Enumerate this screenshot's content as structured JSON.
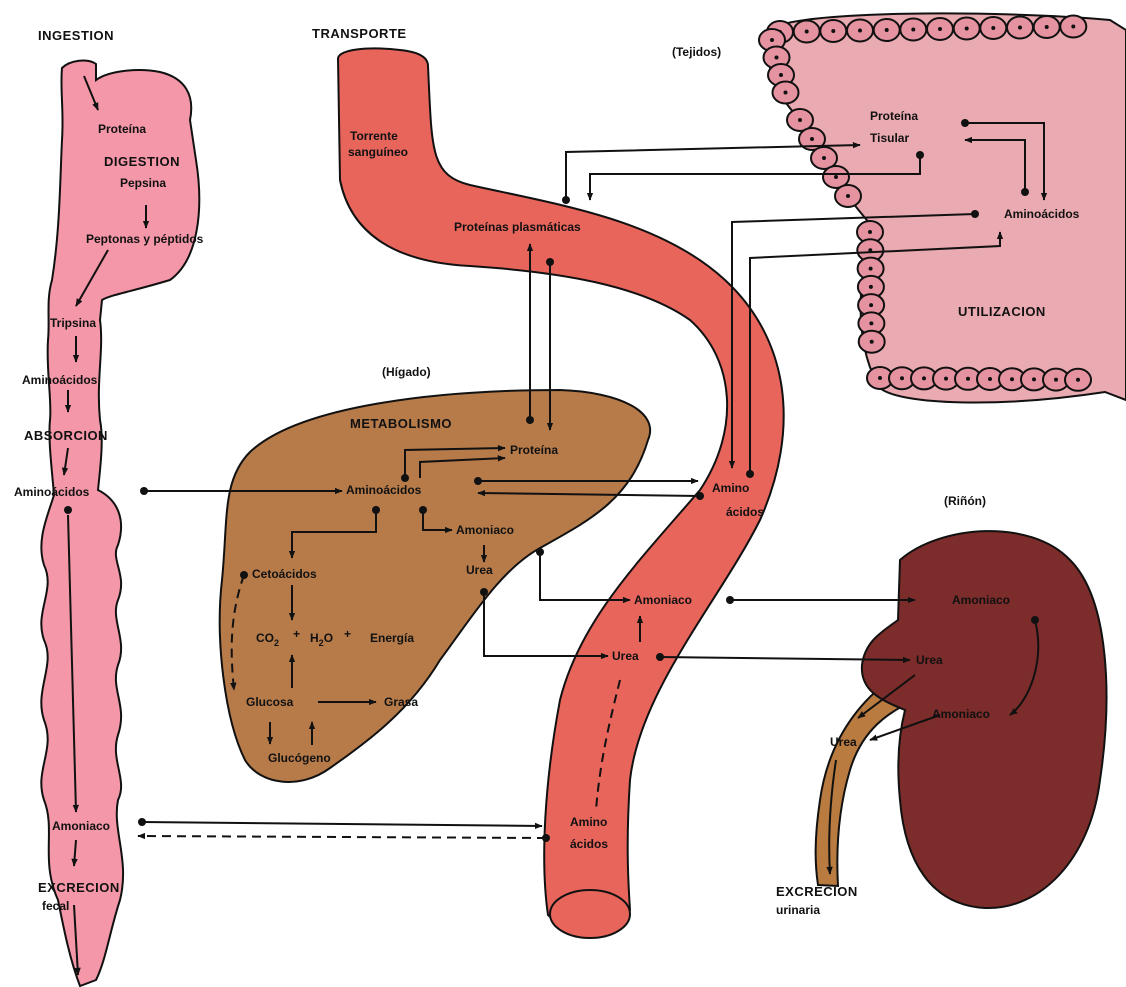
{
  "colors": {
    "gut": "#f497a8",
    "vessel": "#e8655c",
    "liver": "#b77b4a",
    "tissue": "#eaaab1",
    "cell_fill": "#e593a0",
    "kidney": "#7c2c2a",
    "ureter": "#b97b3f",
    "ink": "#111111"
  },
  "headers": {
    "ingestion": "INGESTION",
    "transporte": "TRANSPORTE",
    "tejidos": "(Tejidos)",
    "higado": "(Hígado)",
    "rinon": "(Riñón)",
    "metabolismo": "METABOLISMO",
    "utilizacion": "UTILIZACION",
    "digestion": "DIGESTION",
    "absorcion": "ABSORCION",
    "excrecion_fecal_1": "EXCRECION",
    "excrecion_fecal_2": "fecal",
    "excrecion_urinaria_1": "EXCRECION",
    "excrecion_urinaria_2": "urinaria"
  },
  "gut_labels": {
    "proteina": "Proteína",
    "pepsina": "Pepsina",
    "peptonas": "Peptonas y péptidos",
    "tripsina": "Tripsina",
    "aminoacidos_1": "Aminoácidos",
    "aminoacidos_2": "Aminoácidos",
    "amoniaco": "Amoniaco"
  },
  "blood_labels": {
    "torrente_1": "Torrente",
    "torrente_2": "sanguíneo",
    "proteinas_plasmaticas": "Proteínas plasmáticas",
    "amino_1": "Amino",
    "amino_1b": "ácidos",
    "amoniaco": "Amoniaco",
    "urea": "Urea",
    "amino_2": "Amino",
    "amino_2b": "ácidos"
  },
  "liver_labels": {
    "proteina": "Proteína",
    "aminoacidos": "Aminoácidos",
    "amoniaco": "Amoniaco",
    "urea": "Urea",
    "cetoacidos": "Cetoácidos",
    "co2": "CO",
    "co2_sub": "2",
    "plus1": "+",
    "h2o_h": "H",
    "h2o_sub": "2",
    "h2o_o": "O",
    "plus2": "+",
    "energia": "Energía",
    "glucosa": "Glucosa",
    "grasa": "Grasa",
    "glucogeno": "Glucógeno"
  },
  "tissue_labels": {
    "proteina": "Proteína",
    "tisular": "Tisular",
    "aminoacidos": "Aminoácidos"
  },
  "kidney_labels": {
    "amoniaco_1": "Amoniaco",
    "urea_1": "Urea",
    "amoniaco_2": "Amoniaco",
    "urea_2": "Urea"
  }
}
